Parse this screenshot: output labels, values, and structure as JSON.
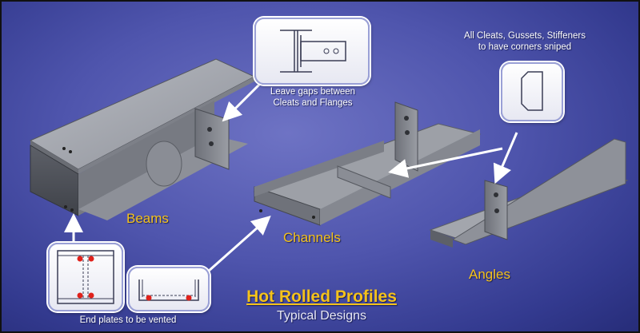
{
  "labels": {
    "beams": "Beams",
    "channels": "Channels",
    "angles": "Angles"
  },
  "notes": {
    "cleats_gap": [
      "Leave gaps between",
      "Cleats and Flanges"
    ],
    "corners": [
      "All Cleats, Gussets, Stiffeners",
      "to have corners sniped"
    ],
    "vented": "End plates to be vented"
  },
  "title": "Hot Rolled Profiles",
  "subtitle": "Typical Designs",
  "colors": {
    "label": "#f4c21b",
    "note": "#ffffff",
    "arrow": "#ffffff",
    "vent_hole": "#e0211b",
    "steel": "#8c8f96"
  },
  "icons": [
    "cleat-gap-icon",
    "sniped-corner-icon",
    "vented-end-plate-icon",
    "vented-channel-end-icon"
  ]
}
